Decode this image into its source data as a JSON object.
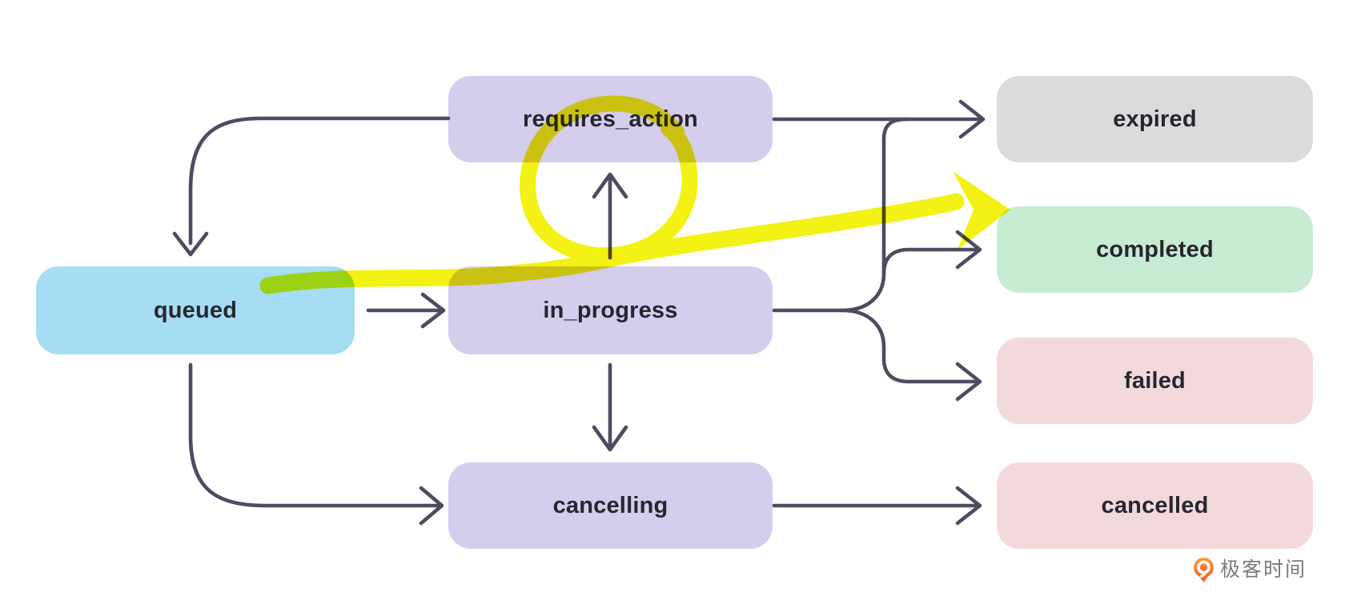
{
  "diagram": {
    "description": "Run status lifecycle state diagram with hand-drawn yellow highlighter annotation",
    "nodes": {
      "requires_action": {
        "label": "requires_action",
        "color": "#d4cdec"
      },
      "expired": {
        "label": "expired",
        "color": "#dbdbdb"
      },
      "queued": {
        "label": "queued",
        "color": "#a4ddf4"
      },
      "in_progress": {
        "label": "in_progress",
        "color": "#d4cdec"
      },
      "completed": {
        "label": "completed",
        "color": "#c8ebd3"
      },
      "failed": {
        "label": "failed",
        "color": "#f4d9dc"
      },
      "cancelling": {
        "label": "cancelling",
        "color": "#d4cdec"
      },
      "cancelled": {
        "label": "cancelled",
        "color": "#f4d9dc"
      }
    },
    "edges": [
      {
        "from": "requires_action",
        "to": "queued"
      },
      {
        "from": "queued",
        "to": "in_progress"
      },
      {
        "from": "in_progress",
        "to": "requires_action"
      },
      {
        "from": "requires_action",
        "to": "expired"
      },
      {
        "from": "in_progress",
        "to": "expired"
      },
      {
        "from": "in_progress",
        "to": "completed"
      },
      {
        "from": "in_progress",
        "to": "failed"
      },
      {
        "from": "in_progress",
        "to": "cancelling"
      },
      {
        "from": "queued",
        "to": "cancelling"
      },
      {
        "from": "cancelling",
        "to": "cancelled"
      }
    ],
    "style": {
      "arrow_color": "#4c4c61",
      "text_color": "#26262e",
      "background": "#ffffff"
    },
    "annotation": {
      "color": "#f4f000",
      "marks": [
        "hand-drawn circle around the in_progress to requires_action arrow",
        "hand-drawn highlighter arrow from queued to completed"
      ]
    }
  },
  "watermark": {
    "text": "极客时间",
    "logo": "geektime-logo",
    "text_color": "#7b7b7b",
    "logo_color_top": "#fa9d3b",
    "logo_color_bottom": "#f1582e"
  }
}
